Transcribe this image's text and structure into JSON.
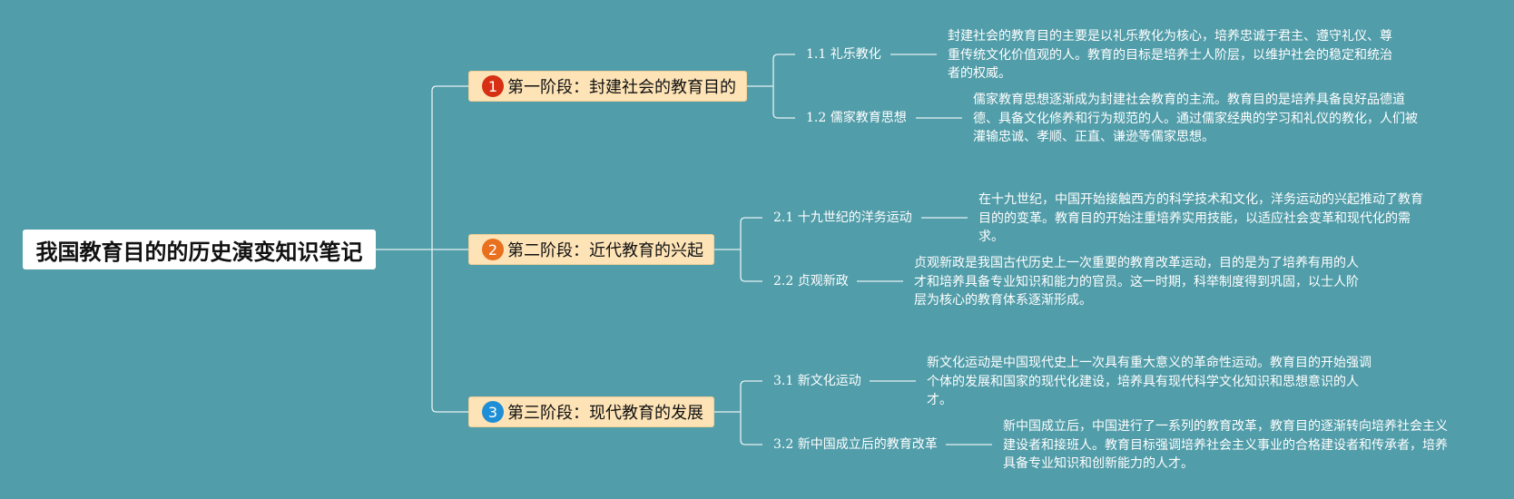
{
  "root": {
    "title": "我国教育目的的历史演变知识笔记"
  },
  "colors": {
    "background": "#519da9",
    "stage_fill": "#fde3b6",
    "connector": "#e6f1f3"
  },
  "stages": [
    {
      "number": "1",
      "badge_color": "#d62f14",
      "label": "第一阶段：封建社会的教育目的",
      "items": [
        {
          "label": "1.1 礼乐教化",
          "desc": "封建社会的教育目的主要是以礼乐教化为核心，培养忠诚于君主、遵守礼仪、尊重传统文化价值观的人。教育的目标是培养士人阶层，以维护社会的稳定和统治者的权威。"
        },
        {
          "label": "1.2 儒家教育思想",
          "desc": "儒家教育思想逐渐成为封建社会教育的主流。教育目的是培养具备良好品德道德、具备文化修养和行为规范的人。通过儒家经典的学习和礼仪的教化，人们被灌输忠诚、孝顺、正直、谦逊等儒家思想。"
        }
      ]
    },
    {
      "number": "2",
      "badge_color": "#e8701e",
      "label": "第二阶段：近代教育的兴起",
      "items": [
        {
          "label": "2.1 十九世纪的洋务运动",
          "desc": "在十九世纪，中国开始接触西方的科学技术和文化，洋务运动的兴起推动了教育目的的变革。教育目的开始注重培养实用技能，以适应社会变革和现代化的需求。"
        },
        {
          "label": "2.2 贞观新政",
          "desc": "贞观新政是我国古代历史上一次重要的教育改革运动，目的是为了培养有用的人才和培养具备专业知识和能力的官员。这一时期，科举制度得到巩固，以士人阶层为核心的教育体系逐渐形成。"
        }
      ]
    },
    {
      "number": "3",
      "badge_color": "#1e8fd6",
      "label": "第三阶段：现代教育的发展",
      "items": [
        {
          "label": "3.1 新文化运动",
          "desc": "新文化运动是中国现代史上一次具有重大意义的革命性运动。教育目的开始强调个体的发展和国家的现代化建设，培养具有现代科学文化知识和思想意识的人才。"
        },
        {
          "label": "3.2 新中国成立后的教育改革",
          "desc": "新中国成立后，中国进行了一系列的教育改革，教育目的逐渐转向培养社会主义建设者和接班人。教育目标强调培养社会主义事业的合格建设者和传承者，培养具备专业知识和创新能力的人才。"
        }
      ]
    }
  ]
}
